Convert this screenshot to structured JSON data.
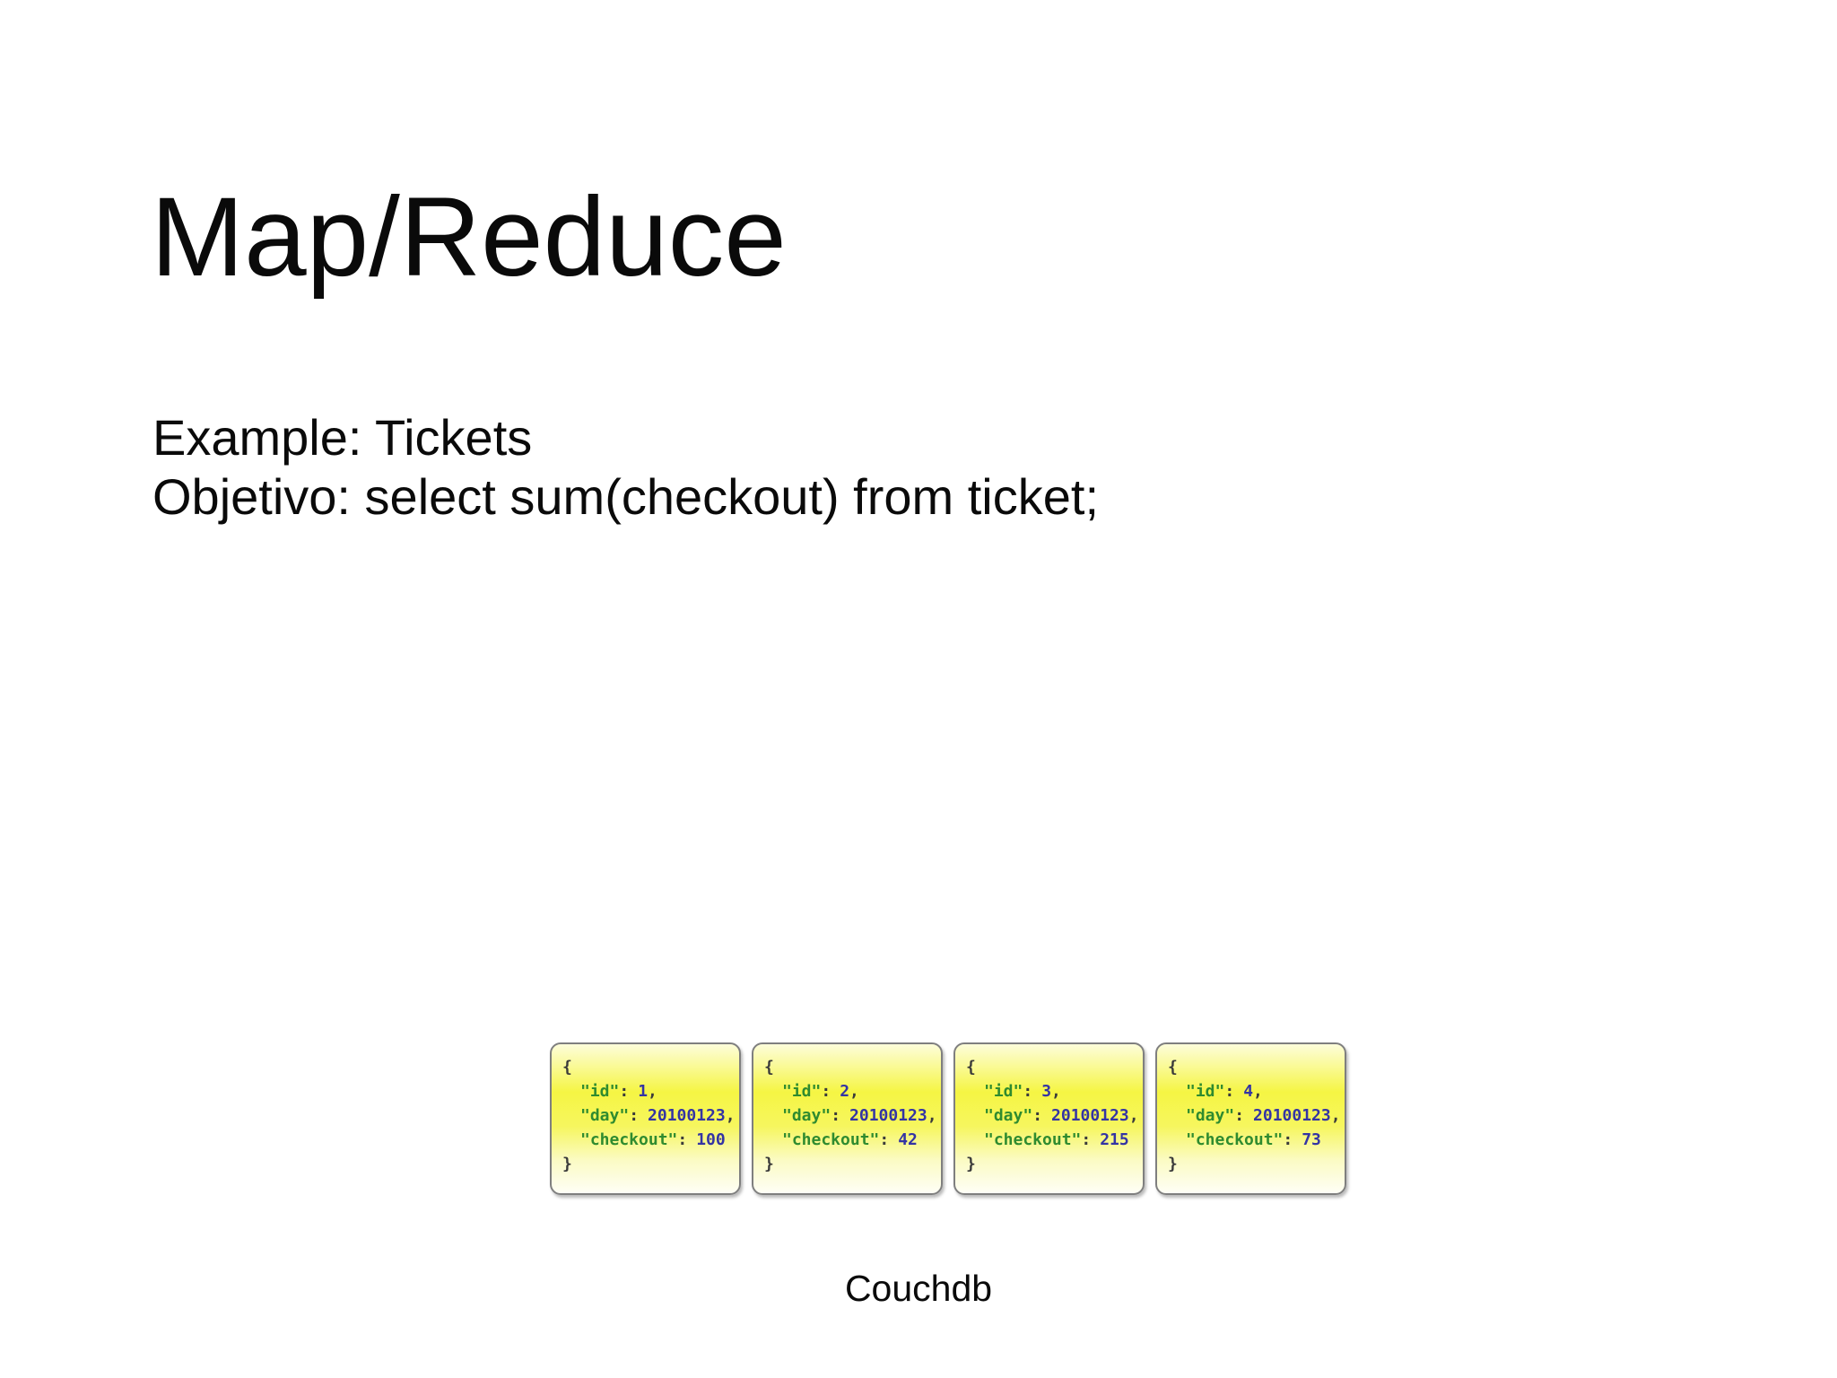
{
  "slide": {
    "title": "Map/Reduce",
    "example_line": "Example: Tickets",
    "objective_line": "Objetivo: select sum(checkout) from ticket;",
    "caption": "Couchdb"
  },
  "code_tokens": {
    "brace_open": "{",
    "brace_close": "}",
    "id_key": "\"id\"",
    "day_key": "\"day\"",
    "checkout_key": "\"checkout\"",
    "colon": ":",
    "comma": ","
  },
  "tickets": [
    {
      "id": "1",
      "day": "20100123",
      "checkout": "100"
    },
    {
      "id": "2",
      "day": "20100123",
      "checkout": "42"
    },
    {
      "id": "3",
      "day": "20100123",
      "checkout": "215"
    },
    {
      "id": "4",
      "day": "20100123",
      "checkout": "73"
    }
  ],
  "colors": {
    "slide_background": "#ffffff",
    "text": "#0a0a0a",
    "json_key_green": "#2f8b2f",
    "json_number_blue": "#3434a4",
    "json_punct": "#3a3a3a",
    "card_border": "#7f7f7f",
    "card_yellow_top": "#fdfdda",
    "card_yellow_mid": "#f5f544",
    "card_yellow_bottom": "#fefef6"
  }
}
